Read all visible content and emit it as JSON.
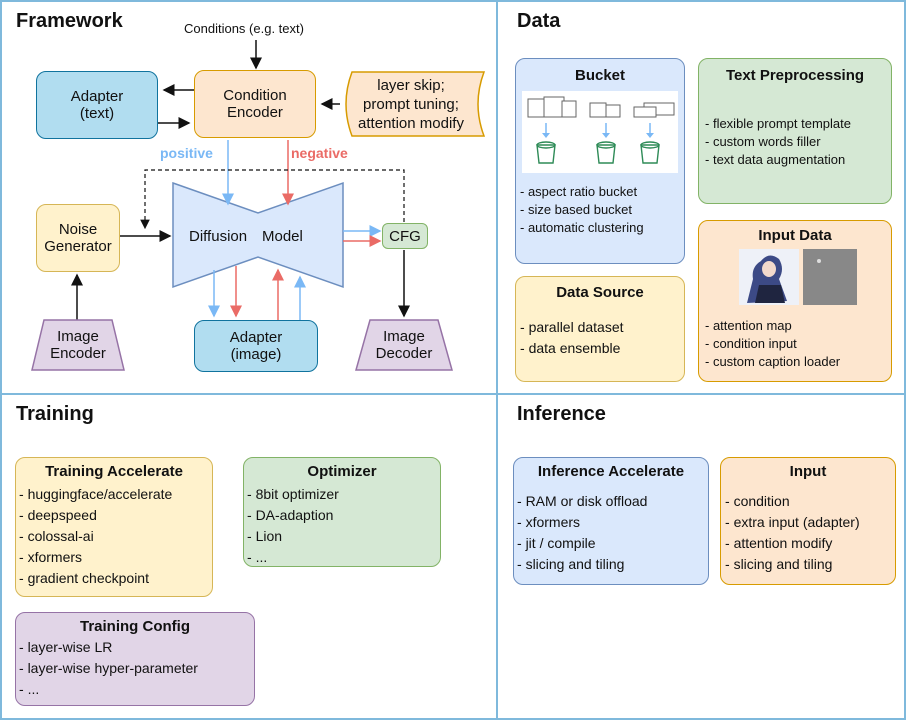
{
  "framework": {
    "title": "Framework",
    "conditions": "Conditions (e.g. text)",
    "adapter_text": [
      "Adapter",
      "(text)"
    ],
    "condition_encoder": [
      "Condition",
      "Encoder"
    ],
    "tuning": [
      "layer skip;",
      "prompt tuning;",
      "attention modify"
    ],
    "positive": "positive",
    "negative": "negative",
    "noise_generator": [
      "Noise",
      "Generator"
    ],
    "diffusion": "Diffusion",
    "model": "Model",
    "cfg": "CFG",
    "image_encoder": [
      "Image",
      "Encoder"
    ],
    "adapter_image": [
      "Adapter",
      "(image)"
    ],
    "image_decoder": [
      "Image",
      "Decoder"
    ]
  },
  "data": {
    "title": "Data",
    "bucket": {
      "title": "Bucket",
      "items": [
        "aspect ratio bucket",
        "size based bucket",
        "automatic clustering"
      ]
    },
    "text_preprocessing": {
      "title": "Text Preprocessing",
      "items": [
        "flexible prompt template",
        "custom words filler",
        "text data augmentation"
      ]
    },
    "data_source": {
      "title": "Data Source",
      "items": [
        "parallel dataset",
        "data ensemble"
      ]
    },
    "input_data": {
      "title": "Input Data",
      "items": [
        "attention map",
        "condition input",
        "custom caption loader"
      ]
    }
  },
  "training": {
    "title": "Training",
    "accelerate": {
      "title": "Training Accelerate",
      "items": [
        "huggingface/accelerate",
        "deepspeed",
        "colossal-ai",
        "xformers",
        "gradient checkpoint"
      ]
    },
    "optimizer": {
      "title": "Optimizer",
      "items": [
        "8bit optimizer",
        "DA-adaption",
        "Lion",
        "..."
      ]
    },
    "config": {
      "title": "Training Config",
      "items": [
        "layer-wise LR",
        "layer-wise hyper-parameter",
        "..."
      ]
    }
  },
  "inference": {
    "title": "Inference",
    "accelerate": {
      "title": "Inference Accelerate",
      "items": [
        "RAM or disk offload",
        "xformers",
        "jit / compile",
        "slicing and tiling"
      ]
    },
    "input": {
      "title": "Input",
      "items": [
        "condition",
        "extra input (adapter)",
        "attention modify",
        "slicing and tiling"
      ]
    }
  },
  "colors": {
    "positive": "#7ab8f5",
    "negative": "#ea6b66",
    "divider": "#7fb9dc"
  }
}
